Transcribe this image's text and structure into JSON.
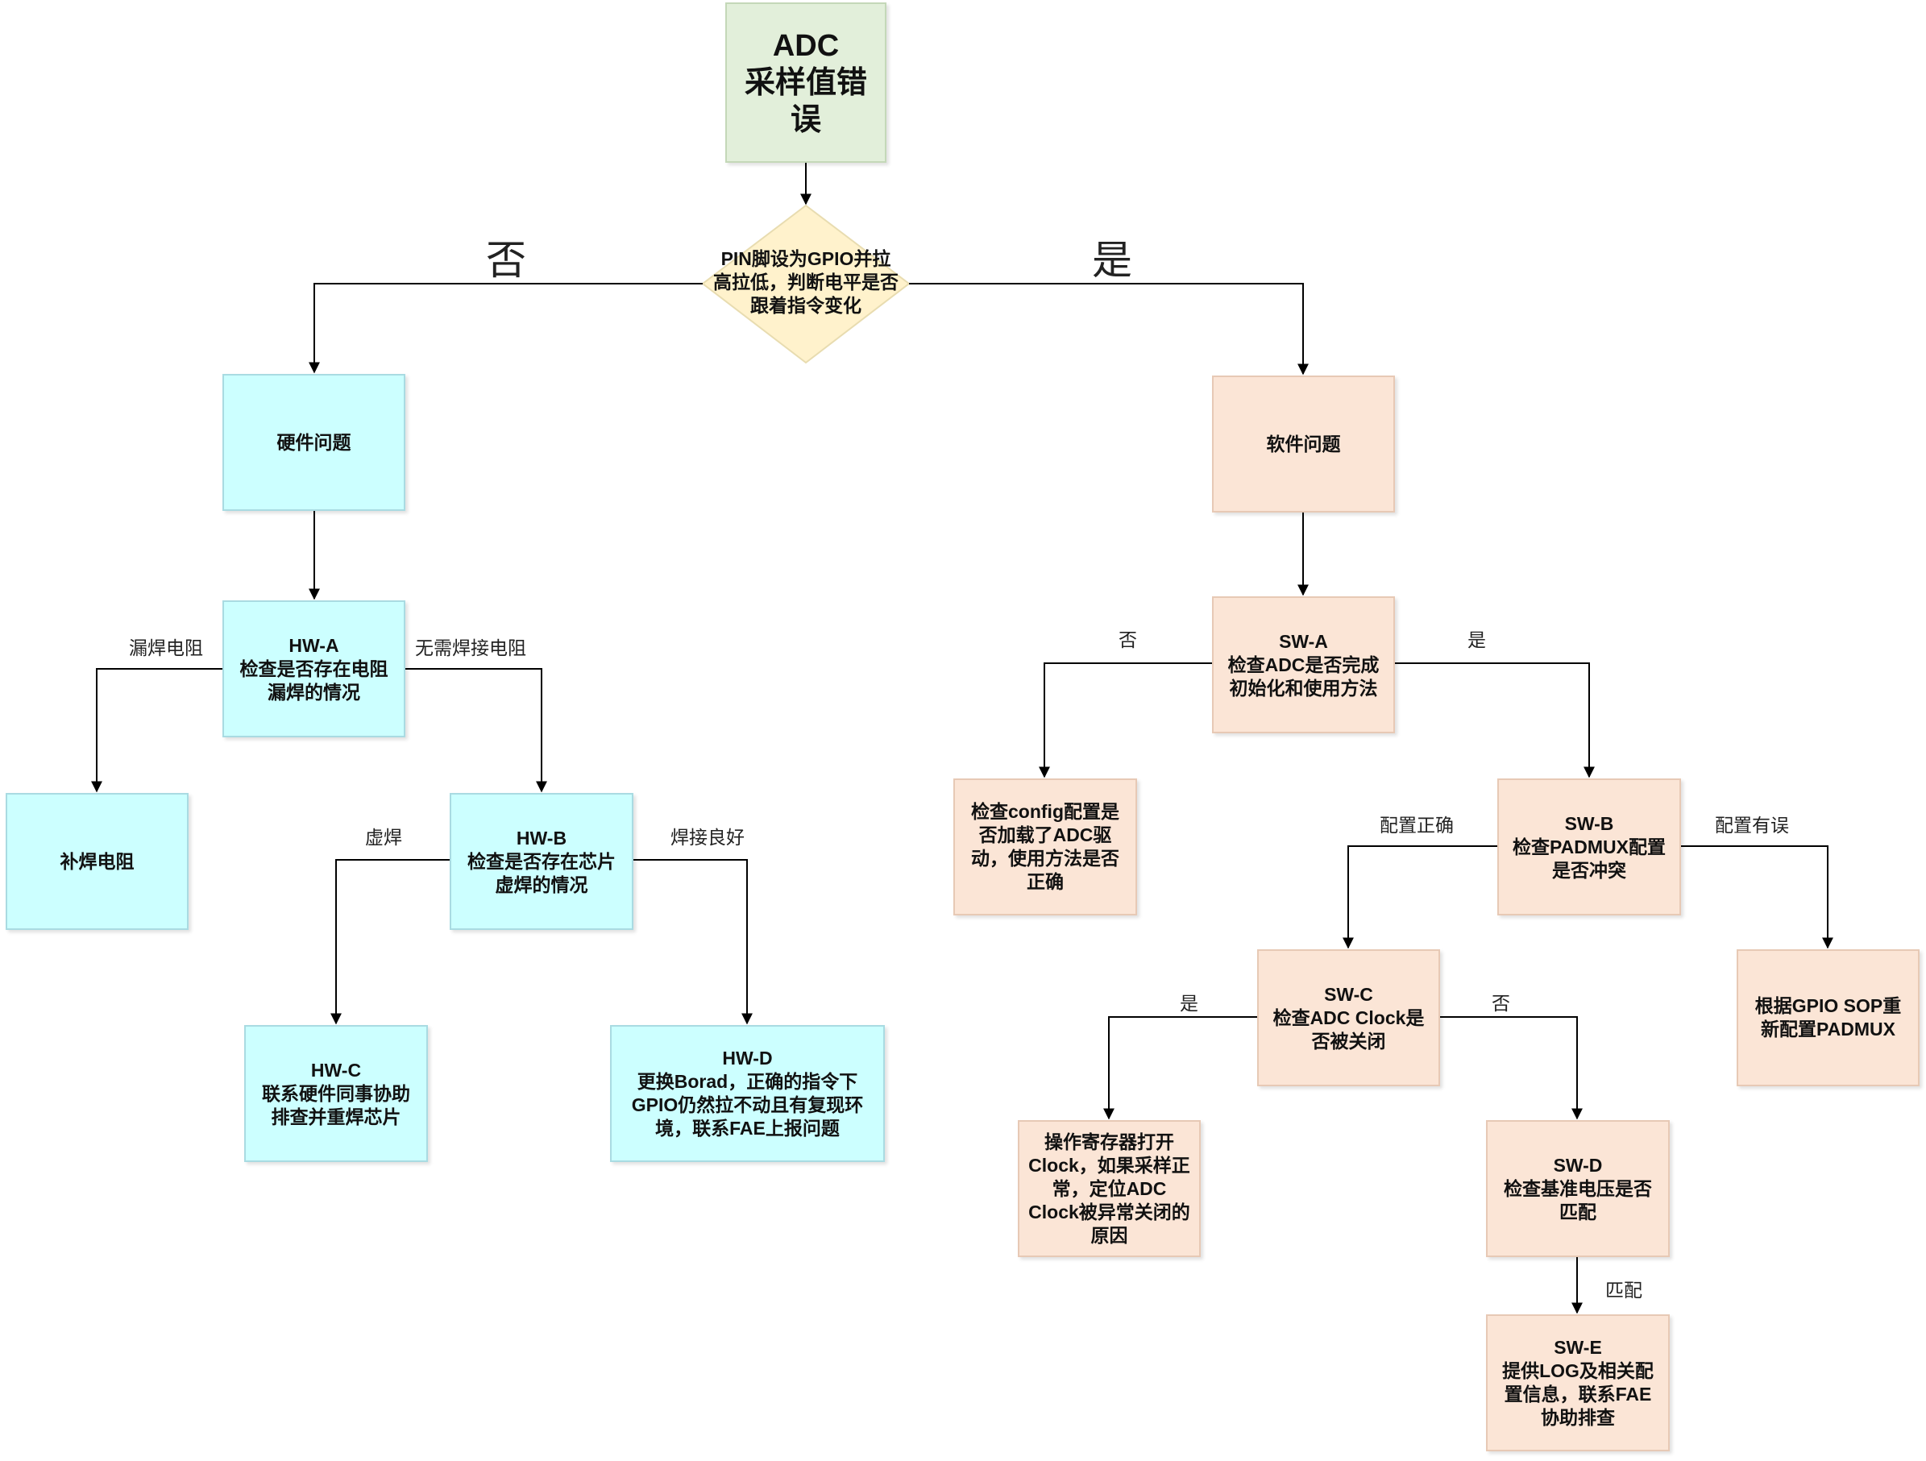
{
  "nodes": {
    "start": "ADC\n采样值错误",
    "decision": "PIN脚设为GPIO并拉\n高拉低，判断电平是否\n跟着指令变化",
    "hw": "硬件问题",
    "sw": "软件问题",
    "hw_a": "HW-A\n检查是否存在电阻\n漏焊的情况",
    "hw_fix": "补焊电阻",
    "hw_b": "HW-B\n检查是否存在芯片\n虚焊的情况",
    "hw_c": "HW-C\n联系硬件同事协助\n排查并重焊芯片",
    "hw_d": "HW-D\n更换Borad，正确的指令下\nGPIO仍然拉不动且有复现环\n境，联系FAE上报问题",
    "sw_a": "SW-A\n检查ADC是否完成\n初始化和使用方法",
    "sw_config": "检查config配置是\n否加载了ADC驱\n动，使用方法是否\n正确",
    "sw_b": "SW-B\n检查PADMUX配置\n是否冲突",
    "sw_c": "SW-C\n检查ADC Clock是\n否被关闭",
    "sw_padmux": "根据GPIO SOP重\n新配置PADMUX",
    "sw_clock": "操作寄存器打开\nClock，如果采样正\n常，定位ADC\nClock被异常关闭的\n原因",
    "sw_d": "SW-D\n检查基准电压是否\n匹配",
    "sw_e": "SW-E\n提供LOG及相关配\n置信息，联系FAE\n协助排查"
  },
  "edge_labels": {
    "decision_no": "否",
    "decision_yes": "是",
    "hw_a_missing": "漏焊电阻",
    "hw_a_ok": "无需焊接电阻",
    "hw_b_cold": "虚焊",
    "hw_b_ok": "焊接良好",
    "sw_a_no": "否",
    "sw_a_yes": "是",
    "sw_b_ok": "配置正确",
    "sw_b_err": "配置有误",
    "sw_c_yes": "是",
    "sw_c_no": "否",
    "sw_d_match": "匹配"
  },
  "colors": {
    "hardware": "#ccffff",
    "software": "#fbe5d6",
    "start": "#e2efda",
    "decision": "#fff2cc",
    "line": "#000000"
  }
}
